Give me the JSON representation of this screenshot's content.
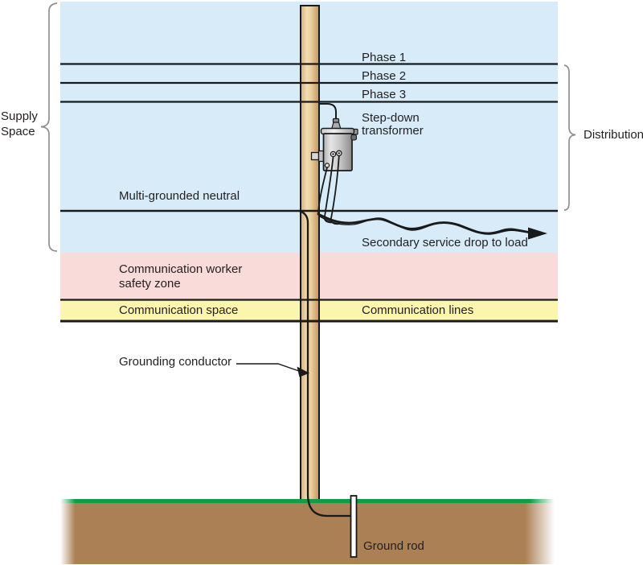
{
  "diagram": {
    "left_bracket_label": {
      "line1": "Supply",
      "line2": "Space"
    },
    "right_bracket_label": "Distribution",
    "labels": {
      "phase1": "Phase 1",
      "phase2": "Phase 2",
      "phase3": "Phase 3",
      "step_down_line1": "Step-down",
      "step_down_line2": "transformer",
      "neutral": "Multi-grounded neutral",
      "secondary_drop": "Secondary service drop to load",
      "safety_zone_line1": "Communication worker",
      "safety_zone_line2": "safety zone",
      "comm_space": "Communication space",
      "comm_lines": "Communication lines",
      "grounding_conductor": "Grounding conductor",
      "ground_rod": "Ground rod"
    },
    "colors": {
      "supply_zone": "#D7ECF8",
      "safety_zone": "#F9DBD9",
      "comm_zone": "#FBF5AD",
      "earth": "#AB8054",
      "grass": "#0F9D49",
      "line": "#1A1A1A",
      "bracket": "#8E9092",
      "text": "#231F20"
    }
  }
}
